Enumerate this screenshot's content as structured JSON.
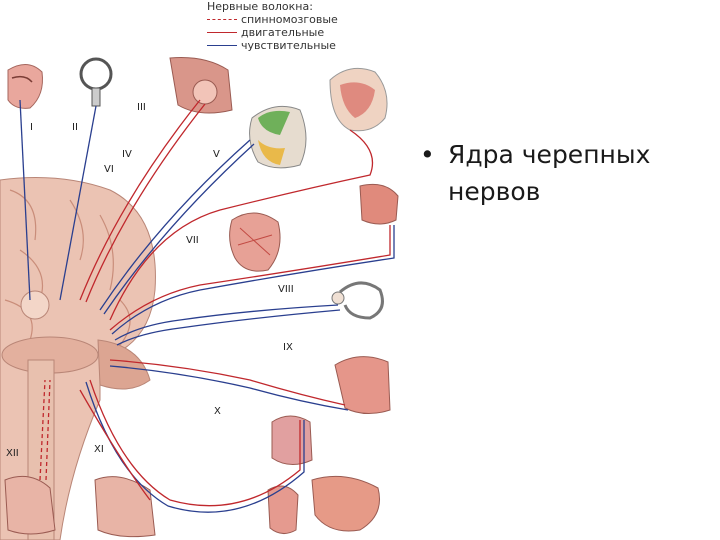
{
  "legend": {
    "title": "Нервные волокна:",
    "items": [
      {
        "label": "спинномозговые",
        "color": "#c0282d",
        "style": "dashed"
      },
      {
        "label": "двигательные",
        "color": "#c0282d",
        "style": "solid"
      },
      {
        "label": "чувствительные",
        "color": "#2a3f8f",
        "style": "solid"
      }
    ]
  },
  "nerves": [
    "I",
    "II",
    "III",
    "IV",
    "V",
    "VI",
    "VII",
    "VIII",
    "IX",
    "X",
    "XI",
    "XII"
  ],
  "bullet": {
    "symbol": "•",
    "text": "Ядра черепных нервов"
  },
  "colors": {
    "motor": "#c0282d",
    "sensory": "#2a3f8f",
    "brain": "#e8b7a5",
    "brain_dark": "#c98d7a"
  }
}
